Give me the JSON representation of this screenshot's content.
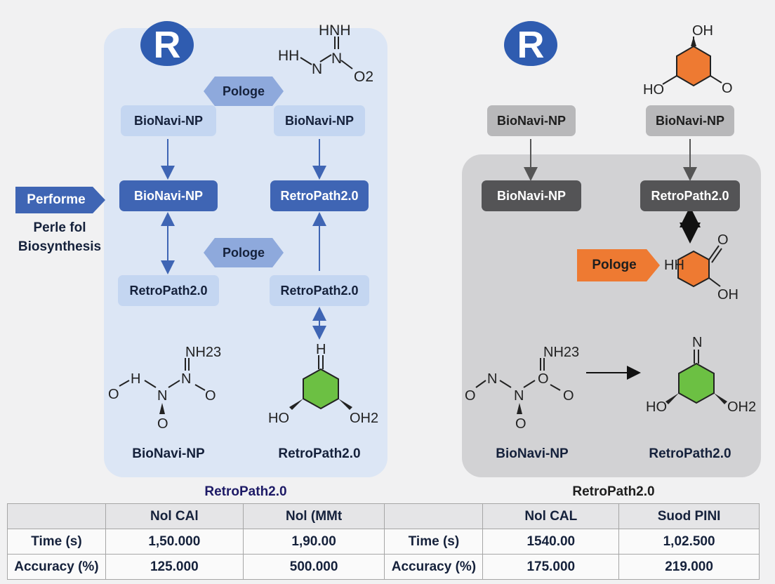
{
  "colors": {
    "light_blue_panel": "#dce6f5",
    "gray_panel": "#d2d2d4",
    "dark_blue": "#3f65b4",
    "orange": "#ee7a32",
    "green": "#6cc043"
  },
  "icons": [
    "r-logo-icon",
    "molecule-icon",
    "hexagon-ring-icon",
    "arrow-icon"
  ],
  "left": {
    "tag": "Pologe",
    "node_tl": "BioNavi-NP",
    "node_tr": "BioNavi-NP",
    "node_ml": "BioNavi-NP",
    "node_mr": "RetroPath2.0",
    "mid_tag": "Pologe",
    "node_bl": "RetroPath2.0",
    "node_br": "RetroPath2.0",
    "caption_l": "BioNavi-NP",
    "caption_r": "RetroPath2.0",
    "footer": "RetroPath2.0",
    "mol_top": {
      "hnh": "HNH",
      "hh": "HH",
      "n1": "N",
      "n2": "N",
      "o2": "O2"
    },
    "mol_bottom": {
      "nh": "NH23",
      "o1": "O",
      "h": "H",
      "n1": "N",
      "n2": "N",
      "o2": "O",
      "o3": "O"
    },
    "ring": {
      "h": "H",
      "ho": "HO",
      "oh2": "OH2"
    }
  },
  "side": {
    "button": "Performe",
    "line1": "Perle fol",
    "line2": "Biosynthesis"
  },
  "right": {
    "node_tl": "BioNavi-NP",
    "node_tr": "BioNavi-NP",
    "node_ml": "BioNavi-NP",
    "node_mr": "RetroPath2.0",
    "tag": "Pologe",
    "caption_l": "BioNavi-NP",
    "caption_r": "RetroPath2.0",
    "footer": "RetroPath2.0",
    "ring_top": {
      "oh": "OH",
      "ho": "HO",
      "o": "O"
    },
    "ring_mid": {
      "o": "O",
      "hh": "HH",
      "oh": "OH"
    },
    "mol_bottom": {
      "nh": "NH23",
      "o1": "O",
      "n1": "N",
      "n2": "N",
      "o2": "O",
      "o3": "O"
    },
    "ring_bottom": {
      "n": "N",
      "ho": "HO",
      "oh2": "OH2"
    }
  },
  "table": {
    "headers": [
      "",
      "Nol CAl",
      "Nol (MMt",
      "",
      "Nol CAL",
      "Suod PINI"
    ],
    "rows": [
      [
        "Time (s)",
        "1,50.000",
        "1,90.00",
        "Time (s)",
        "1540.00",
        "1,02.500"
      ],
      [
        "Accuracy (%)",
        "125.000",
        "500.000",
        "Accuracy (%)",
        "175.000",
        "219.000"
      ]
    ]
  }
}
